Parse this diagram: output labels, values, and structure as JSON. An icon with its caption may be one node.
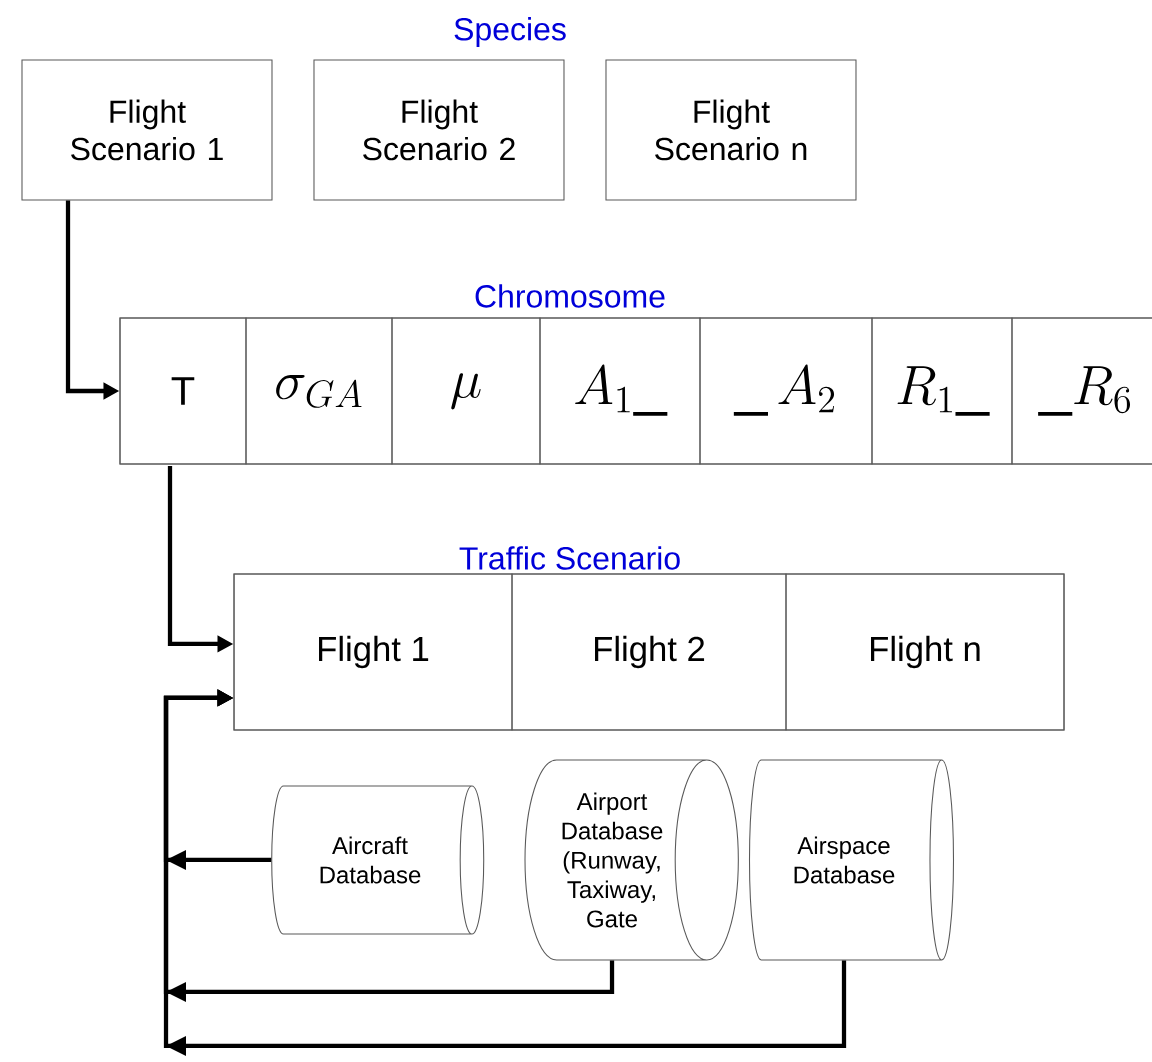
{
  "diagram": {
    "nodes": [
      {
        "text": [
          "Flight Scenario 1"
        ]
      },
      {
        "text": [
          "Flight Scenario 2"
        ]
      },
      {
        "text": [
          "Flight Scenario n"
        ]
      },
      {
        "text": [
          "Chromosome"
        ]
      },
      {
        "text": [
          "T"
        ],
        "in": 3
      },
      {
        "text": [
          "\\sigma_{GA}"
        ],
        "in": 3
      },
      {
        "text": [
          "\\mu"
        ],
        "in": 3
      },
      {
        "text": [
          "A_{1}\\_"
        ],
        "in": 3
      },
      {
        "text": [
          "\\_\\,A_{2}"
        ],
        "in": 3
      },
      {
        "text": [
          "R_{1}\\_"
        ],
        "in": 3
      },
      {
        "text": [
          "\\_R_{6}"
        ],
        "in": 3
      },
      {
        "text": [
          "Traffic Scenario"
        ]
      },
      {
        "text": [
          "Flight 1"
        ],
        "in": 11
      },
      {
        "text": [
          "Flight 2"
        ],
        "in": 11
      },
      {
        "text": [
          "Flight n"
        ],
        "in": 11
      },
      {
        "text": [
          "Aircraft Database"
        ]
      },
      {
        "text": [
          "Airport Database (Runway, Taxiway, Gate"
        ]
      },
      {
        "text": [
          "Airspace Database"
        ]
      }
    ],
    "edges": [
      {
        "from": 0,
        "to": 4,
        "arrow": "to"
      },
      {
        "from": 4,
        "to": 12,
        "arrow": "to"
      },
      {
        "from": 15,
        "to": 12,
        "arrow": "to"
      },
      {
        "from": 16,
        "to": 12,
        "arrow": "to"
      },
      {
        "from": 17,
        "to": 12,
        "arrow": "to"
      }
    ],
    "labels": [
      "Species"
    ]
  }
}
